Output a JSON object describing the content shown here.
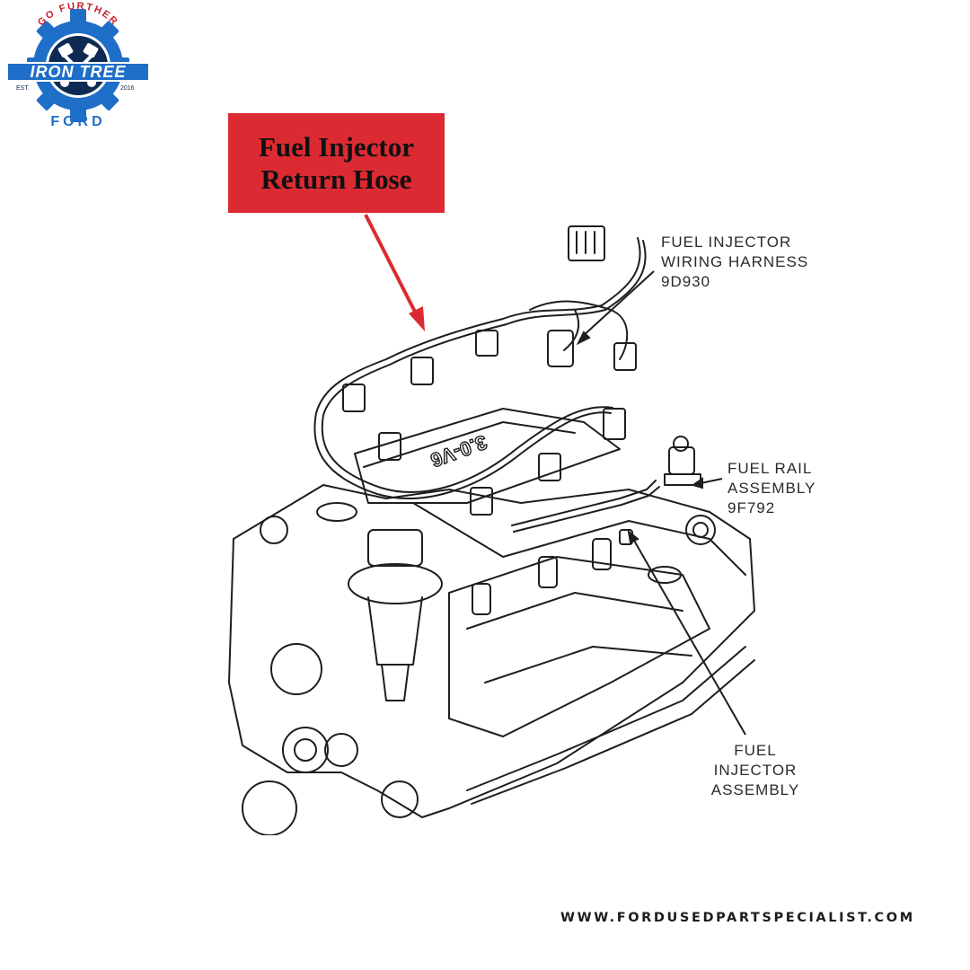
{
  "brand": {
    "tagline": "GO FURTHER",
    "name": "IRON TREE",
    "est_left": "EST.",
    "est_right": "2016",
    "make": "FORD",
    "colors": {
      "blue": "#1f6fc8",
      "navy": "#0f2a52",
      "red": "#c8202a"
    }
  },
  "callout": {
    "line1": "Fuel Injector",
    "line2": "Return Hose",
    "background": "#dc2a33",
    "arrow_color": "#dc2a33"
  },
  "diagram": {
    "engine_marking": "3.0-V6",
    "labels": {
      "harness": {
        "line1": "FUEL INJECTOR",
        "line2": "WIRING HARNESS",
        "line3": "9D930"
      },
      "fuel_rail": {
        "line1": "FUEL RAIL",
        "line2": "ASSEMBLY",
        "line3": "9F792"
      },
      "injector": {
        "line1": "FUEL",
        "line2": "INJECTOR",
        "line3": "ASSEMBLY"
      }
    }
  },
  "footer": {
    "url": "WWW.FORDUSEDPARTSPECIALIST.COM"
  }
}
